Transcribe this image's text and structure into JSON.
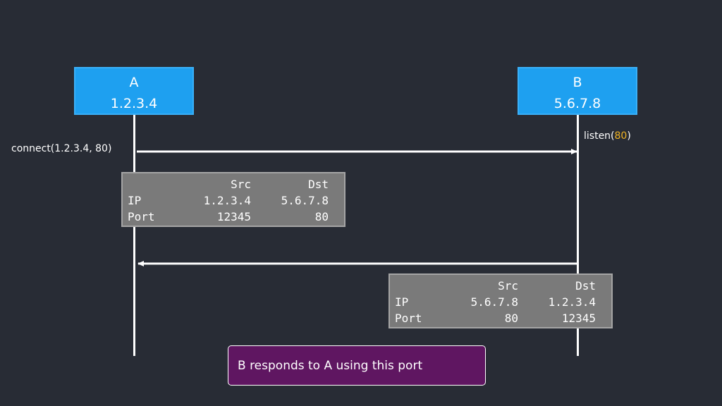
{
  "host_a": {
    "name": "A",
    "ip": "1.2.3.4"
  },
  "host_b": {
    "name": "B",
    "ip": "5.6.7.8"
  },
  "connect_label": "connect(1.2.3.4, 80)",
  "listen_label": {
    "prefix": "listen(",
    "port": "80",
    "suffix": ")"
  },
  "packet_1": {
    "headers": [
      "",
      "Src",
      "Dst"
    ],
    "rows": [
      [
        "IP",
        "1.2.3.4",
        "5.6.7.8"
      ],
      [
        "Port",
        "12345",
        "80"
      ]
    ]
  },
  "packet_2": {
    "headers": [
      "",
      "Src",
      "Dst"
    ],
    "rows": [
      [
        "IP",
        "5.6.7.8",
        "1.2.3.4"
      ],
      [
        "Port",
        "80",
        "12345"
      ]
    ]
  },
  "callout": "B responds to A using this port",
  "colors": {
    "background": "#282c35",
    "host_box": "#1ea0f0",
    "packet_box": "#7a7a7a",
    "port_highlight": "#f0b323",
    "callout_box": "#5f1661"
  }
}
